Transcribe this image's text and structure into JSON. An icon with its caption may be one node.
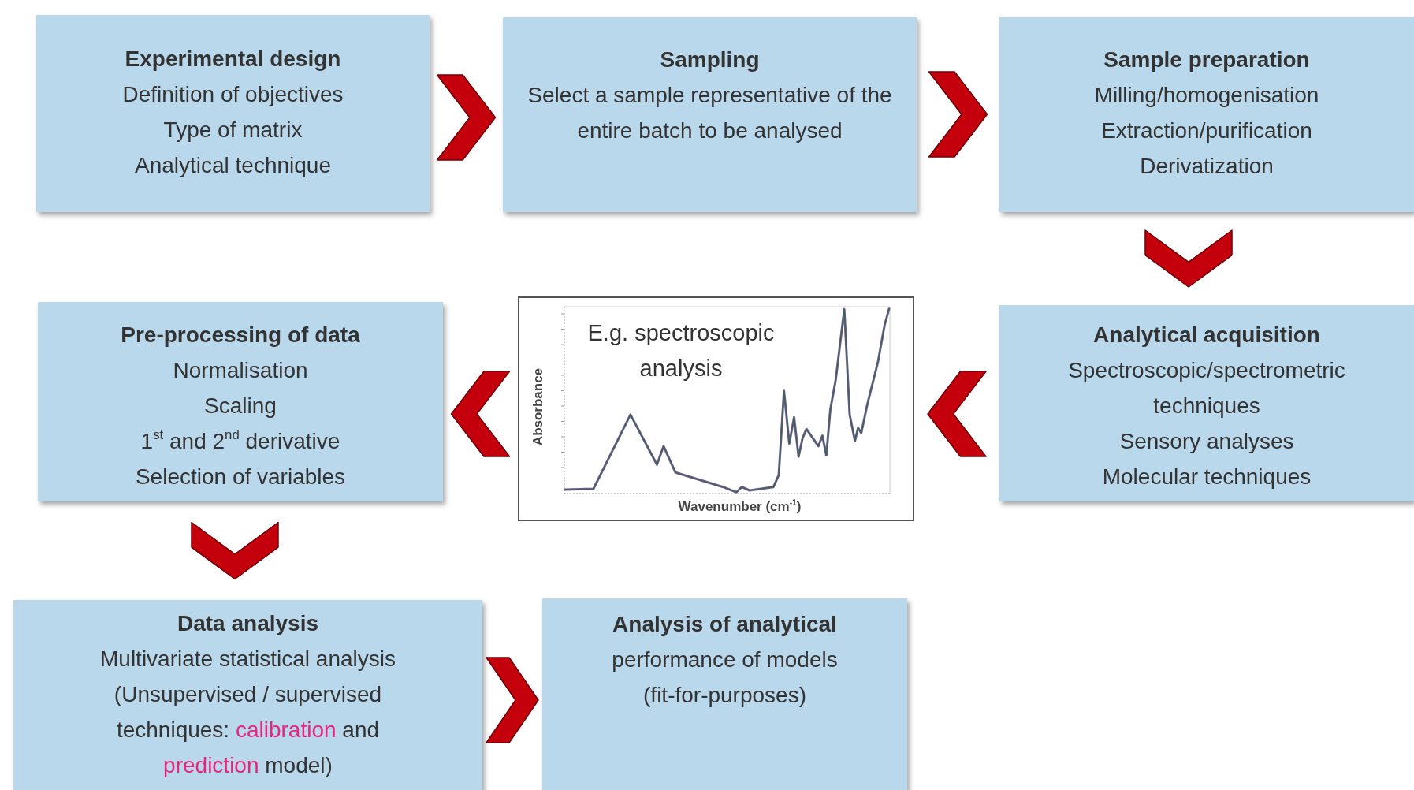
{
  "diagram": {
    "nodes": [
      {
        "text": [
          "Experimental design",
          "Definition of objectives",
          "Type of matrix",
          "Analytical technique"
        ]
      },
      {
        "text": [
          "Sampling",
          "Select a sample representative of the entire batch to be analysed"
        ]
      },
      {
        "text": [
          "Sample preparation",
          "Milling/homogenisation",
          "Extraction/purification",
          "Derivatization"
        ]
      },
      {
        "text": [
          "Analytical acquisition",
          "Spectroscopic/spectrometric techniques",
          "Sensory analyses",
          "Molecular techniques"
        ]
      },
      {
        "text": [
          "E.g. spectroscopic analysis",
          "Absorbance",
          "Wavenumber (cm$^{-1}$)"
        ]
      },
      {
        "text": [
          "Pre-processing of data",
          "Normalisation",
          "Scaling",
          "1$^{st}$ and 2$^{nd}$ derivative",
          "Selection of variables"
        ]
      },
      {
        "text": [
          "Data analysis",
          "Multivariate statistical analysis",
          "(Unsupervised / supervised techniques: *calibration* and *prediction* model)"
        ]
      },
      {
        "text": [
          "Analysis of analytical",
          "performance of models",
          "(fit-for-purposes)"
        ]
      }
    ],
    "edges": [
      {
        "from": 0,
        "to": 1,
        "arrow": "to"
      },
      {
        "from": 1,
        "to": 2,
        "arrow": "to"
      },
      {
        "from": 2,
        "to": 3,
        "arrow": "to"
      },
      {
        "from": 3,
        "to": 4,
        "arrow": "to"
      },
      {
        "from": 4,
        "to": 5,
        "arrow": "to"
      },
      {
        "from": 5,
        "to": 6,
        "arrow": "to"
      },
      {
        "from": 6,
        "to": 7,
        "arrow": "to"
      }
    ]
  }
}
